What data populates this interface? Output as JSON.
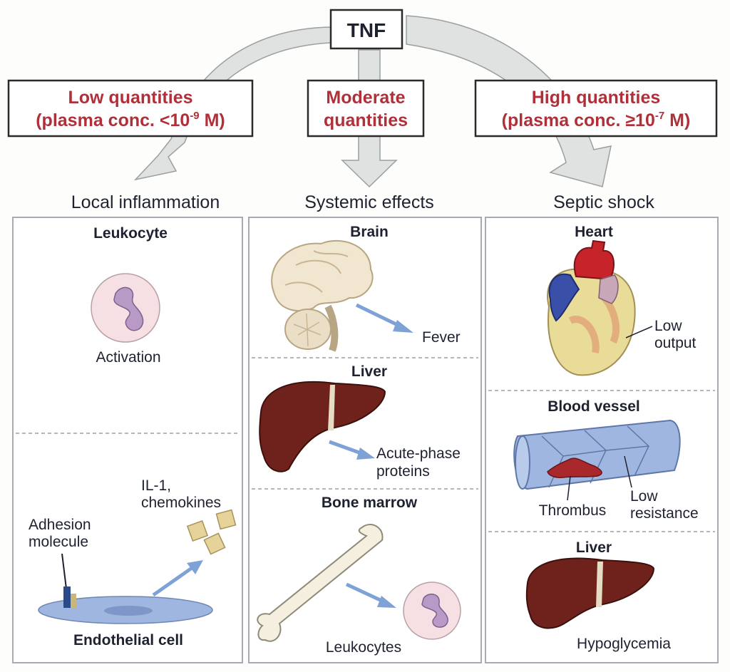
{
  "root": {
    "label": "TNF"
  },
  "quantities": {
    "low": {
      "line1": "Low quantities",
      "line2_pre": "(plasma conc. <10",
      "line2_exp": "-9",
      "line2_post": " M)"
    },
    "moderate": {
      "line1": "Moderate",
      "line2": "quantities"
    },
    "high": {
      "line1": "High quantities",
      "line2_pre": "(plasma conc. ≥10",
      "line2_exp": "-7",
      "line2_post": " M)"
    }
  },
  "columns": {
    "local": {
      "heading": "Local inflammation",
      "leukocyte": {
        "title": "Leukocyte",
        "caption": "Activation"
      },
      "endothelium": {
        "il1_line1": "IL-1,",
        "il1_line2": "chemokines",
        "adhesion_line1": "Adhesion",
        "adhesion_line2": "molecule",
        "title": "Endothelial cell"
      }
    },
    "systemic": {
      "heading": "Systemic effects",
      "brain": {
        "title": "Brain",
        "effect": "Fever"
      },
      "liver": {
        "title": "Liver",
        "effect_line1": "Acute-phase",
        "effect_line2": "proteins"
      },
      "marrow": {
        "title": "Bone marrow",
        "effect": "Leukocytes"
      }
    },
    "septic": {
      "heading": "Septic shock",
      "heart": {
        "title": "Heart",
        "effect_line1": "Low",
        "effect_line2": "output"
      },
      "vessel": {
        "title": "Blood vessel",
        "thrombus": "Thrombus",
        "resist_line1": "Low",
        "resist_line2": "resistance"
      },
      "liver": {
        "title": "Liver",
        "effect": "Hypoglycemia"
      }
    }
  },
  "colors": {
    "quantity_text": "#b0303a",
    "arrow_blue": "#7fa2d6",
    "liver": "#6e221b",
    "vessel": "#9fb6e0",
    "thrombus": "#a8282c"
  }
}
